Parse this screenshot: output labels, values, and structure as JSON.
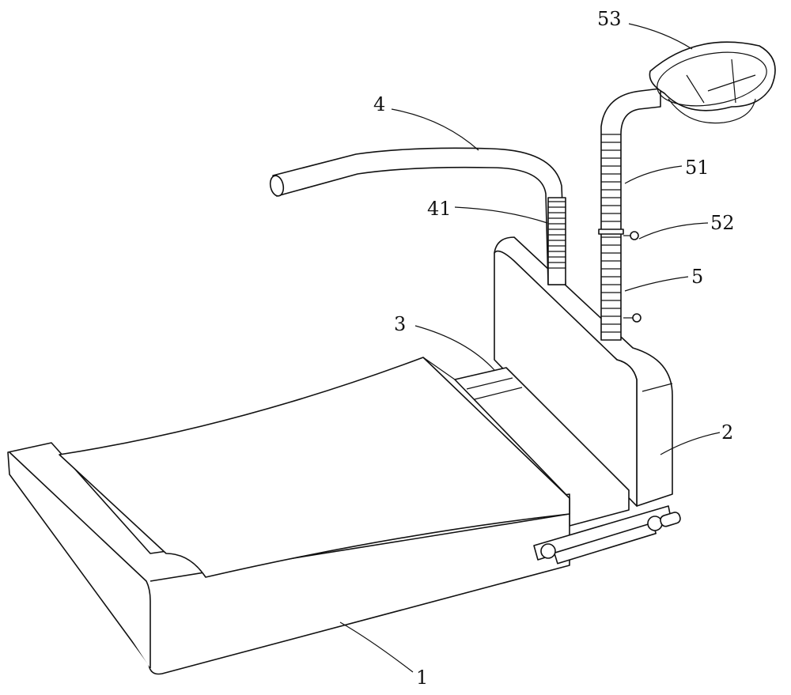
{
  "labels": {
    "l53": "53",
    "l4": "4",
    "l51": "51",
    "l41": "41",
    "l52": "52",
    "l5": "5",
    "l3": "3",
    "l2": "2",
    "l1": "1"
  }
}
